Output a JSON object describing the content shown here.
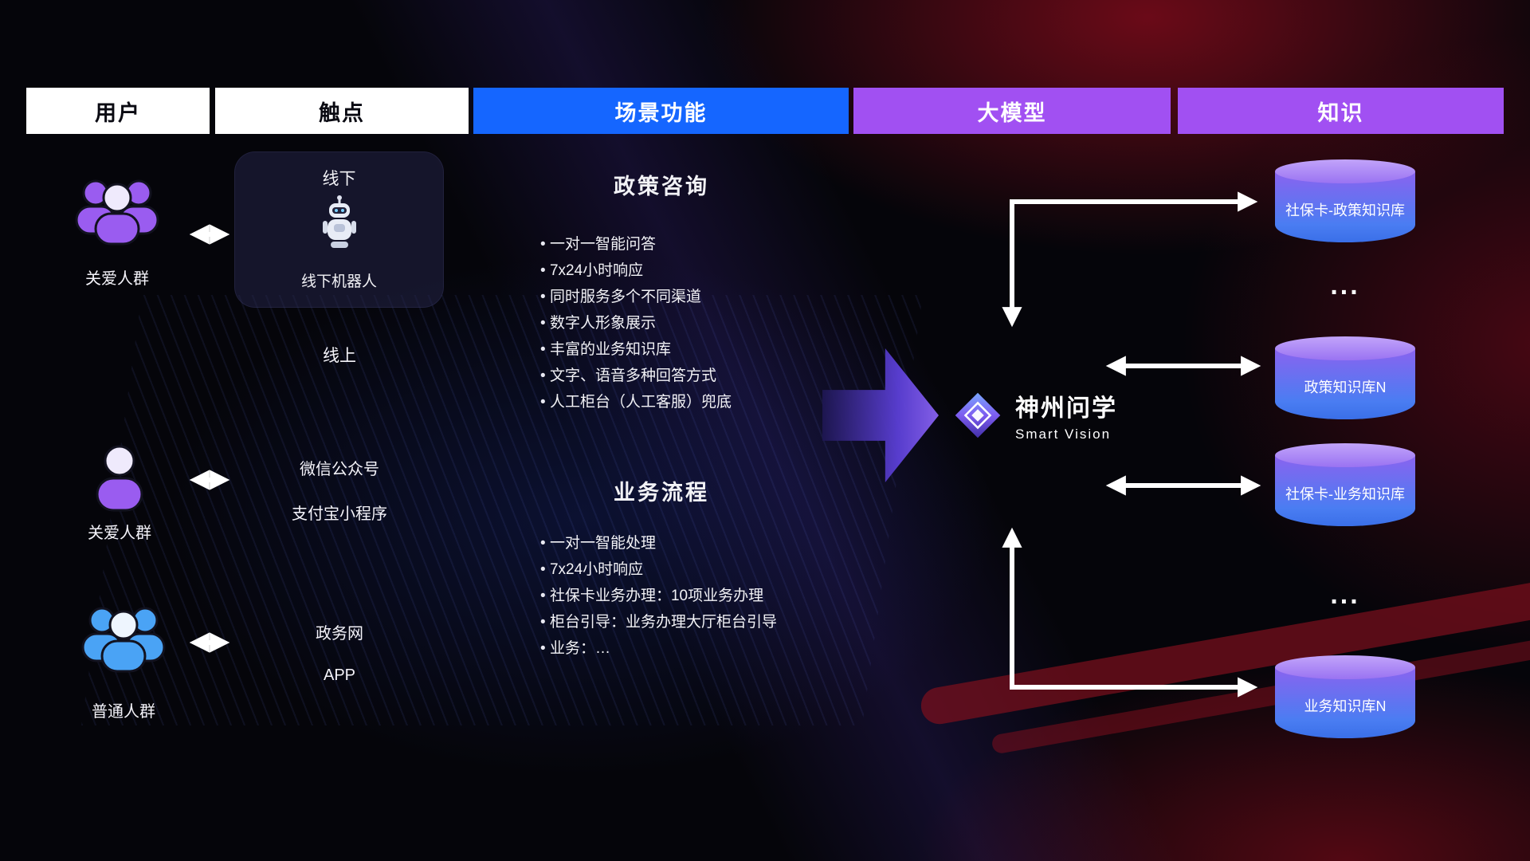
{
  "headers": [
    {
      "label": "用户"
    },
    {
      "label": "触点"
    },
    {
      "label": "场景功能"
    },
    {
      "label": "大模型"
    },
    {
      "label": "知识"
    }
  ],
  "users": [
    {
      "label": "关爱人群",
      "icon": "group-people-purple"
    },
    {
      "label": "关爱人群",
      "icon": "single-person-purple"
    },
    {
      "label": "普通人群",
      "icon": "group-people-blue"
    }
  ],
  "touchpoints": {
    "offline_title": "线下",
    "offline_robot_label": "线下机器人",
    "online_label": "线上",
    "channels": [
      "微信公众号",
      "支付宝小程序",
      "政务网",
      "APP"
    ]
  },
  "scenarios": [
    {
      "title": "政策咨询",
      "items": [
        "一对一智能问答",
        "7x24小时响应",
        "同时服务多个不同渠道",
        "数字人形象展示",
        "丰富的业务知识库",
        "文字、语音多种回答方式",
        "人工柜台（人工客服）兜底"
      ]
    },
    {
      "title": "业务流程",
      "items": [
        "一对一智能处理",
        "7x24小时响应",
        "社保卡业务办理：10项业务办理",
        "柜台引导：业务办理大厅柜台引导",
        "业务：…"
      ]
    }
  ],
  "model": {
    "name": "神州问学",
    "subtitle": "Smart Vision",
    "icon": "diamond-logo"
  },
  "knowledge": {
    "cylinders": [
      "社保卡-政策知识库",
      "政策知识库N",
      "社保卡-业务知识库",
      "业务知识库N"
    ],
    "ellipsis": "..."
  },
  "colors": {
    "header_blue": "#1566ff",
    "header_purple": "#a150f2",
    "user_purple": "#9a5cf0",
    "user_blue": "#4aa3f5",
    "cylinder_top": "#b18cf8",
    "cylinder_bottom": "#3a6fe8",
    "flow_arrow_purple": "#7b52ea",
    "connector_white": "#ffffff"
  }
}
